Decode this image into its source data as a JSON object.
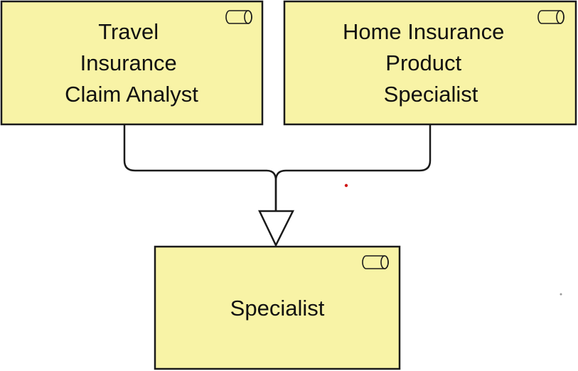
{
  "colors": {
    "box_fill": "#f8f3a6",
    "box_stroke": "#1a1a1a",
    "line": "#1a1a1a",
    "arrowhead_fill": "#ffffff",
    "background": "#ffffff"
  },
  "nodes": {
    "travel": {
      "lines": [
        "Travel",
        "Insurance",
        "Claim Analyst"
      ],
      "icon": "business-role-icon"
    },
    "home": {
      "lines": [
        "Home Insurance",
        "Product",
        "Specialist"
      ],
      "icon": "business-role-icon"
    },
    "specialist": {
      "lines": [
        "Specialist"
      ],
      "icon": "business-role-icon"
    }
  },
  "relationship": {
    "type": "specialization",
    "arrowhead": "hollow-triangle"
  }
}
